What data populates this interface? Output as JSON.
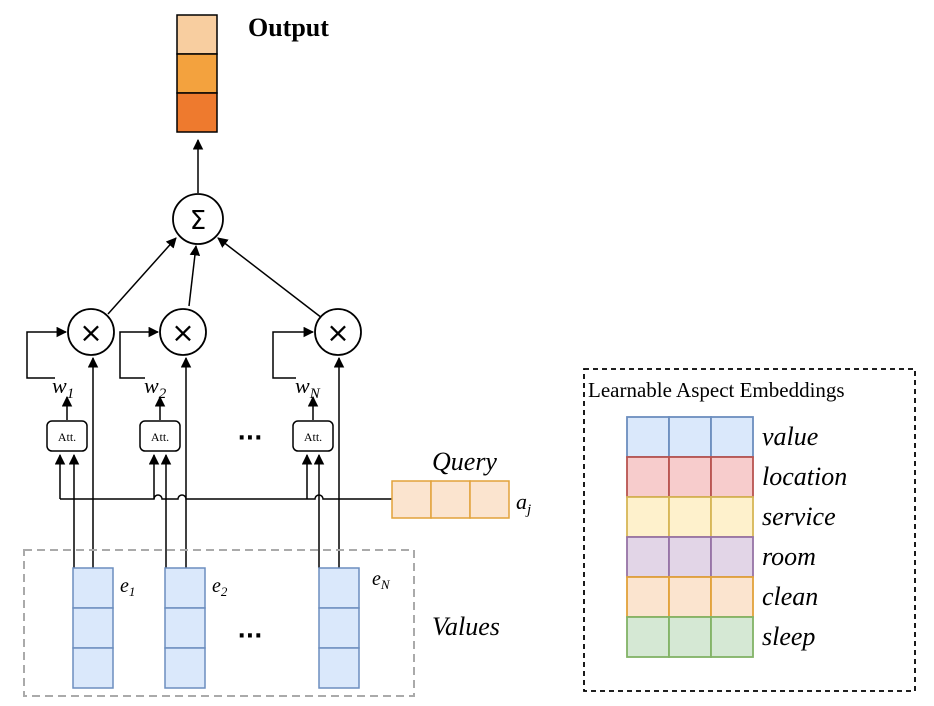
{
  "output_label": "Output",
  "query_label": "Query",
  "values_label": "Values",
  "legend_title": "Learnable Aspect Embeddings",
  "sum_symbol": "Σ",
  "mult_symbol": "×",
  "att_label": "Att.",
  "ellipsis": "···",
  "query_vector": {
    "name": "a",
    "sub": "j"
  },
  "weights": [
    {
      "name": "w",
      "sub": "1"
    },
    {
      "name": "w",
      "sub": "2"
    },
    {
      "name": "w",
      "sub": "N"
    }
  ],
  "embeddings": [
    {
      "name": "e",
      "sub": "1"
    },
    {
      "name": "e",
      "sub": "2"
    },
    {
      "name": "e",
      "sub": "N"
    }
  ],
  "colors": {
    "output": [
      "#f8ceA0",
      "#f3a23e",
      "#ee7a2e"
    ],
    "value_fill": "#dae8fb",
    "value_stroke": "#6c8ebf",
    "query_fill": "#fbe4cf",
    "query_stroke": "#e2a23a"
  },
  "aspects": [
    {
      "label": "value",
      "fill": "#dae8fb",
      "stroke": "#6c8ebf"
    },
    {
      "label": "location",
      "fill": "#f7cccc",
      "stroke": "#b85450"
    },
    {
      "label": "service",
      "fill": "#fef1cc",
      "stroke": "#d6b656"
    },
    {
      "label": "room",
      "fill": "#e2d5e7",
      "stroke": "#9673a6"
    },
    {
      "label": "clean",
      "fill": "#fbe4cf",
      "stroke": "#e2a23a"
    },
    {
      "label": "sleep",
      "fill": "#d5e8d4",
      "stroke": "#82b366"
    }
  ]
}
